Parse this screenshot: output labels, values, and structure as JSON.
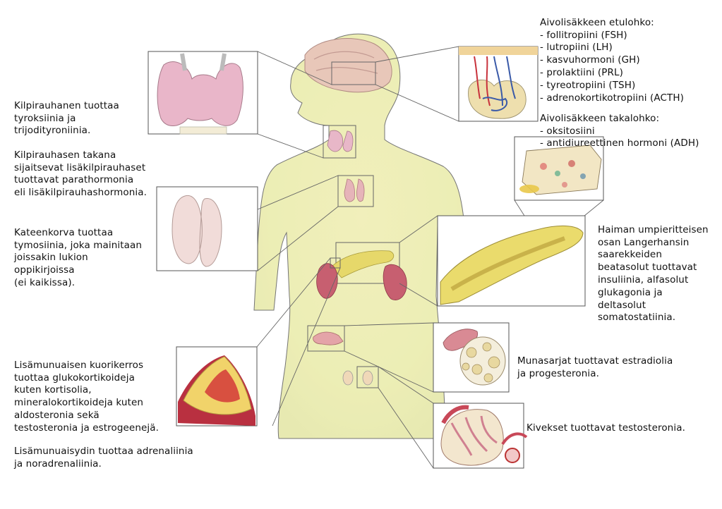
{
  "labels": {
    "thyroid": [
      "Kilpirauhanen tuottaa",
      "tyroksiinia ja",
      "trijodityroniinia."
    ],
    "parathyroid": [
      "Kilpirauhasen takana",
      "sijaitsevat lisäkilpirauhaset",
      "tuottavat parathormonia",
      "eli lisäkilpirauhashormonia."
    ],
    "thymus": [
      "Kateenkorva tuottaa",
      "tymosiinia, joka mainitaan",
      "joissakin lukion",
      "oppikirjoissa",
      "(ei kaikissa)."
    ],
    "adrenal_cortex": [
      "Lisämunuaisen kuorikerros",
      "tuottaa glukokortikoideja",
      "kuten kortisolia,",
      "mineralokortikoideja kuten",
      "aldosteronia sekä",
      "testosteronia ja estrogeenejä."
    ],
    "adrenal_medulla": [
      "Lisämunuaisydin tuottaa adrenaliinia",
      "ja noradrenaliinia."
    ],
    "pituitary_anterior": [
      "Aivolisäkkeen etulohko:",
      "- follitropiini (FSH)",
      "- lutropiini (LH)",
      "- kasvuhormoni (GH)",
      "- prolaktiini (PRL)",
      "- tyreotropiini (TSH)",
      "- adrenokortikotropiini (ACTH)"
    ],
    "pituitary_posterior": [
      "Aivolisäkkeen takalohko:",
      "- oksitosiini",
      "- antidiureettinen hormoni (ADH)"
    ],
    "pancreas": [
      "Haiman umpieritteisen",
      "osan Langerhansin",
      "saarekkeiden",
      "beatasolut tuottavat",
      "insuliinia, alfasolut",
      "glukagonia ja",
      "deltasolut",
      "somatostatiinia."
    ],
    "ovaries": [
      "Munasarjat tuottavat estradiolia",
      "ja progesteronia."
    ],
    "testes": [
      "Kivekset tuottavat testosteronia."
    ]
  },
  "colors": {
    "body_fill": "#eeefb4",
    "thyroid": "#e7b4c6",
    "kidney": "#c55a6a",
    "pancreas": "#e9dc6a",
    "adrenal_core": "#d85040",
    "adrenal_ring": "#f1d36a",
    "vessel_red": "#c8323c",
    "vessel_blue": "#3a5aa8",
    "line": "#555555"
  }
}
